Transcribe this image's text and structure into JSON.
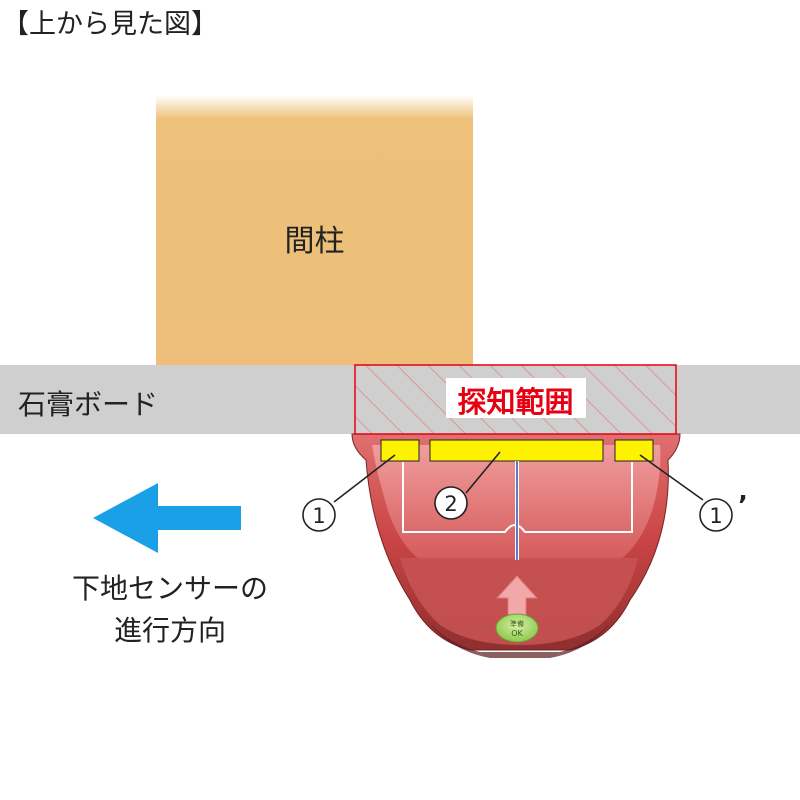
{
  "title": "【上から見た図】",
  "labels": {
    "stud": "間柱",
    "board": "石膏ボード",
    "detection_range": "探知範囲",
    "direction_line1": "下地センサーの",
    "direction_line2": "進行方向"
  },
  "markers": {
    "m1": "1",
    "m2": "2",
    "m1p": "1",
    "prime": "’"
  },
  "device": {
    "badge_line1": "準備",
    "badge_line2": "OK"
  },
  "colors": {
    "stud": "#edbf7a",
    "board": "#cfcfcf",
    "range": "#e60012",
    "sensor": "#fff200",
    "arrow": "#1aa0e6",
    "device": "#d04545"
  }
}
